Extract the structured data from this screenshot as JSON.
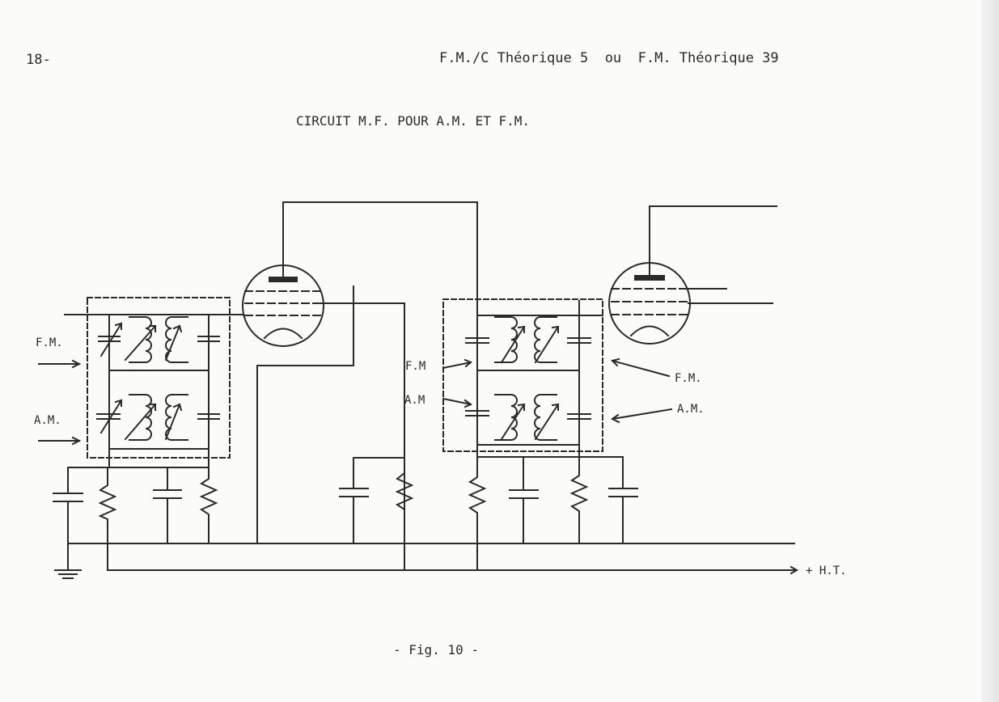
{
  "header": {
    "page_number": "18-",
    "title": "F.M./C Théorique 5  ou  F.M. Théorique 39"
  },
  "diagram": {
    "title": "CIRCUIT M.F. POUR A.M. ET F.M.",
    "labels": {
      "fm_left": "F.M.",
      "am_left": "A.M.",
      "fm_mid": "F.M",
      "am_mid": "A.M",
      "fm_right": "F.M.",
      "am_right": "A.M.",
      "ht": "+ H.T."
    }
  },
  "caption": "- Fig. 10 -",
  "colors": {
    "ink": "#2a2a2a",
    "paper": "#fbfbfa"
  }
}
